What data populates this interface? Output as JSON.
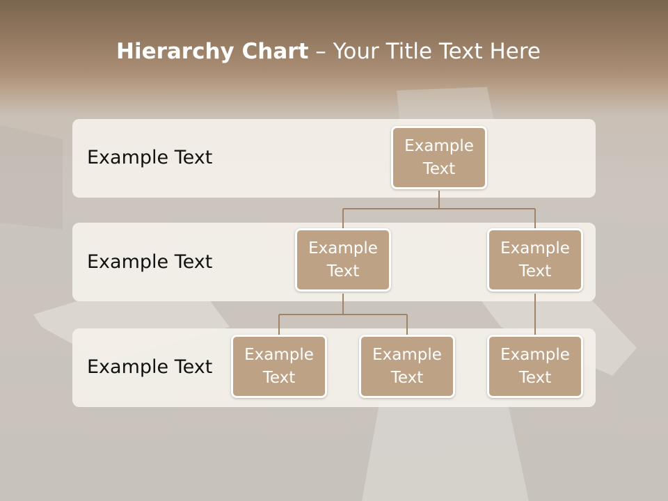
{
  "title": {
    "bold": "Hierarchy Chart",
    "rest": " – Your Title Text Here"
  },
  "bands": [
    {
      "label": "Example Text"
    },
    {
      "label": "Example Text"
    },
    {
      "label": "Example Text"
    }
  ],
  "nodes": [
    {
      "line1": "Example",
      "line2": "Text"
    },
    {
      "line1": "Example",
      "line2": "Text"
    },
    {
      "line1": "Example",
      "line2": "Text"
    },
    {
      "line1": "Example",
      "line2": "Text"
    },
    {
      "line1": "Example",
      "line2": "Text"
    },
    {
      "line1": "Example",
      "line2": "Text"
    }
  ],
  "colors": {
    "node_fill": "#bda286",
    "connector": "#a08468",
    "band_fill": "#f4f0ea",
    "header": "#8d735b"
  }
}
